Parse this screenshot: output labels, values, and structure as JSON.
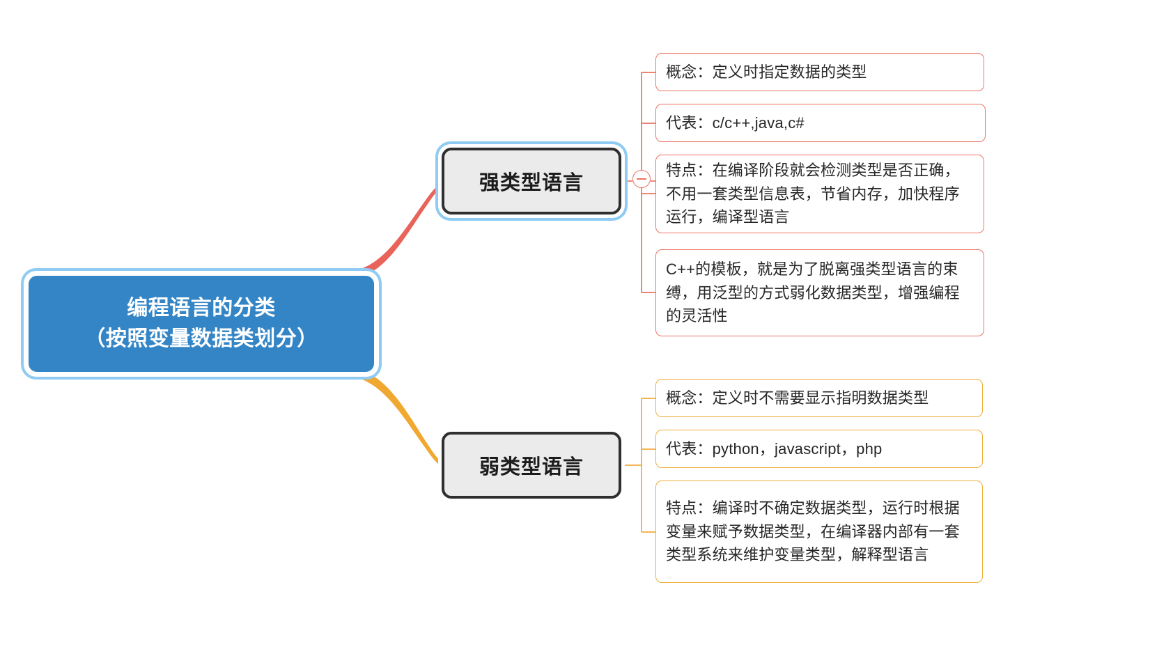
{
  "diagram": {
    "type": "mind-map",
    "title": "编程语言的分类（按照变量数据类划分）",
    "colors": {
      "root_fill": "#3485c6",
      "root_text": "#ffffff",
      "selection_ring": "#8fcbf2",
      "branch_fill": "#ebebeb",
      "branch_border": "#2f2f2f",
      "strong_branch_line": "#e8645a",
      "weak_branch_line": "#f0a830",
      "strong_leaf_border": "#ec7363",
      "weak_leaf_border": "#f0ad3c",
      "canvas": "#ffffff"
    }
  },
  "root": {
    "line1": "编程语言的分类",
    "line2": "（按照变量数据类划分）"
  },
  "branches": [
    {
      "id": "strong",
      "label": "强类型语言",
      "selected": true,
      "collapse_icon": "minus-circle-icon",
      "leaves": [
        {
          "id": "s1",
          "text": "概念：定义时指定数据的类型"
        },
        {
          "id": "s2",
          "text": "代表：c/c++,java,c#"
        },
        {
          "id": "s3",
          "text": "特点：在编译阶段就会检测类型是否正确，不用一套类型信息表，节省内存，加快程序运行，编译型语言"
        },
        {
          "id": "s4",
          "text": "C++的模板，就是为了脱离强类型语言的束缚，用泛型的方式弱化数据类型，增强编程的灵活性"
        }
      ]
    },
    {
      "id": "weak",
      "label": "弱类型语言",
      "selected": false,
      "leaves": [
        {
          "id": "w1",
          "text": "概念：定义时不需要显示指明数据类型"
        },
        {
          "id": "w2",
          "text": "代表：python，javascript，php"
        },
        {
          "id": "w3",
          "text": "特点：编译时不确定数据类型，运行时根据变量来赋予数据类型，在编译器内部有一套类型系统来维护变量类型，解释型语言"
        }
      ]
    }
  ]
}
